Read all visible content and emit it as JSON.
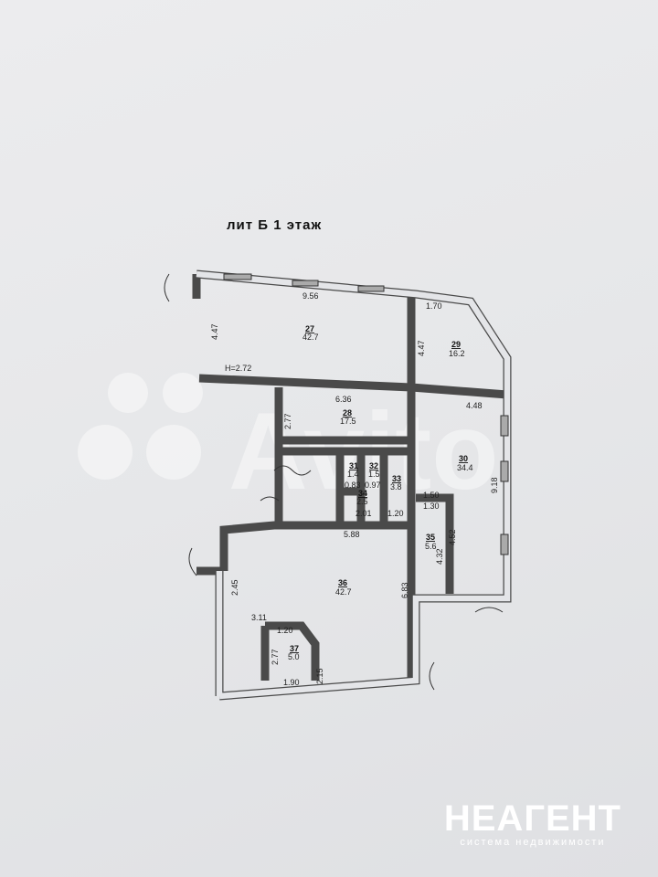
{
  "title": "лит Б   1  этаж",
  "ceiling_height": "Н=2.72",
  "rooms": [
    {
      "no": "27",
      "area": "42.7"
    },
    {
      "no": "29",
      "area": "16.2"
    },
    {
      "no": "28",
      "area": "17.5"
    },
    {
      "no": "30",
      "area": "34.4"
    },
    {
      "no": "31",
      "area": "1.4"
    },
    {
      "no": "32",
      "area": "1.5"
    },
    {
      "no": "33",
      "area": "3.8"
    },
    {
      "no": "34",
      "area": "2.5"
    },
    {
      "no": "35",
      "area": "5.6"
    },
    {
      "no": "36",
      "area": "42.7"
    },
    {
      "no": "37",
      "area": "5.0"
    }
  ],
  "dimensions": [
    "9.56",
    "4.47",
    "1.70",
    "4.47",
    "6.36",
    "2.77",
    "4.48",
    "9.18",
    "0.83",
    "0.97",
    "2.01",
    "1.20",
    "1.50",
    "1.30",
    "4.32",
    "4.52",
    "5.88",
    "2.45",
    "6.83",
    "3.11",
    "1.20",
    "2.77",
    "2.15",
    "1.90"
  ],
  "watermarks": {
    "avito": "Avito",
    "brand": "НЕАГЕНТ",
    "brand_sub": "система недвижимости"
  }
}
